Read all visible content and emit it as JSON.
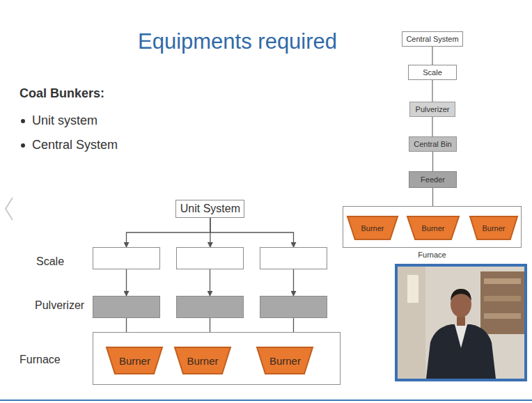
{
  "diagram": {
    "title": "Equipments required",
    "nodes": [
      {
        "text": [
          "Central System"
        ]
      },
      {
        "text": [
          "Scale"
        ]
      },
      {
        "text": [
          "Pulverizer"
        ]
      },
      {
        "text": [
          "Central Bin"
        ]
      },
      {
        "text": [
          "Feeder"
        ]
      },
      {
        "text": [
          "Furnace"
        ]
      },
      {
        "text": [
          "Burner"
        ],
        "in": 5
      },
      {
        "text": [
          "Burner"
        ],
        "in": 5
      },
      {
        "text": [
          "Burner"
        ],
        "in": 5
      },
      {
        "text": [
          "Unit System"
        ]
      },
      {
        "text": []
      },
      {
        "text": []
      },
      {
        "text": []
      },
      {
        "text": []
      },
      {
        "text": []
      },
      {
        "text": []
      },
      {
        "text": []
      },
      {
        "text": [
          "Burner"
        ],
        "in": 16
      },
      {
        "text": [
          "Burner"
        ],
        "in": 16
      },
      {
        "text": [
          "Burner"
        ],
        "in": 16
      }
    ],
    "edges": [
      {
        "from": 0,
        "to": 1,
        "arrow": "none"
      },
      {
        "from": 1,
        "to": 2,
        "arrow": "none"
      },
      {
        "from": 2,
        "to": 3,
        "arrow": "none"
      },
      {
        "from": 3,
        "to": 4,
        "arrow": "none"
      },
      {
        "from": 4,
        "to": 5,
        "arrow": "none"
      },
      {
        "from": 9,
        "to": 10,
        "arrow": "to"
      },
      {
        "from": 9,
        "to": 11,
        "arrow": "to"
      },
      {
        "from": 9,
        "to": 12,
        "arrow": "to"
      },
      {
        "from": 10,
        "to": 13,
        "arrow": "to"
      },
      {
        "from": 11,
        "to": 14,
        "arrow": "to"
      },
      {
        "from": 12,
        "to": 15,
        "arrow": "to"
      },
      {
        "from": 13,
        "to": 17,
        "arrow": "to"
      },
      {
        "from": 14,
        "to": 18,
        "arrow": "to"
      },
      {
        "from": 15,
        "to": 19,
        "arrow": "to"
      }
    ],
    "labels": [
      "Coal Bunkers:",
      "Unit system",
      "Central System",
      "Scale",
      "Pulverizer",
      "Furnace"
    ]
  }
}
